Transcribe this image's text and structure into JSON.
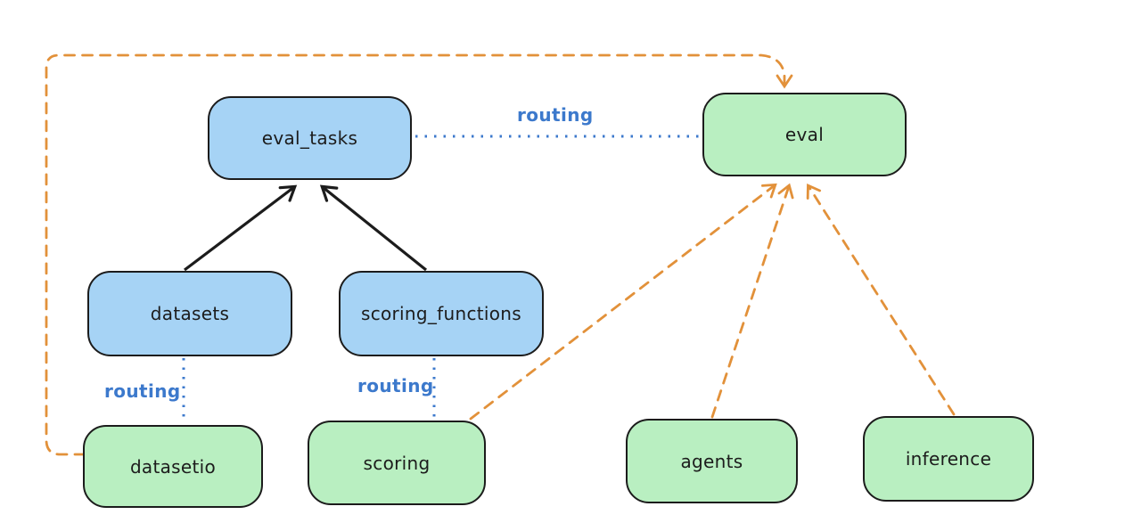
{
  "diagram": {
    "type": "architecture-graph",
    "nodes": {
      "eval_tasks": {
        "label": "eval_tasks",
        "kind": "resource",
        "fill": "#a6d3f5"
      },
      "datasets": {
        "label": "datasets",
        "kind": "resource",
        "fill": "#a6d3f5"
      },
      "scoring_functions": {
        "label": "scoring_functions",
        "kind": "resource",
        "fill": "#a6d3f5"
      },
      "eval": {
        "label": "eval",
        "kind": "api",
        "fill": "#b9efc1"
      },
      "datasetio": {
        "label": "datasetio",
        "kind": "api",
        "fill": "#b9efc1"
      },
      "scoring": {
        "label": "scoring",
        "kind": "api",
        "fill": "#b9efc1"
      },
      "agents": {
        "label": "agents",
        "kind": "api",
        "fill": "#b9efc1"
      },
      "inference": {
        "label": "inference",
        "kind": "api",
        "fill": "#b9efc1"
      }
    },
    "edges": [
      {
        "from": "datasets",
        "to": "eval_tasks",
        "style": "solid",
        "arrow": true,
        "color": "#1c1c1c"
      },
      {
        "from": "scoring_functions",
        "to": "eval_tasks",
        "style": "solid",
        "arrow": true,
        "color": "#1c1c1c"
      },
      {
        "from": "eval_tasks",
        "to": "eval",
        "style": "dotted",
        "arrow": false,
        "color": "#3c79cc",
        "label": "routing"
      },
      {
        "from": "datasets",
        "to": "datasetio",
        "style": "dotted",
        "arrow": false,
        "color": "#3c79cc",
        "label": "routing"
      },
      {
        "from": "scoring_functions",
        "to": "scoring",
        "style": "dotted",
        "arrow": false,
        "color": "#3c79cc",
        "label": "routing"
      },
      {
        "from": "datasetio",
        "to": "eval",
        "style": "dashed",
        "arrow": true,
        "color": "#e2913a"
      },
      {
        "from": "scoring",
        "to": "eval",
        "style": "dashed",
        "arrow": true,
        "color": "#e2913a"
      },
      {
        "from": "agents",
        "to": "eval",
        "style": "dashed",
        "arrow": true,
        "color": "#e2913a"
      },
      {
        "from": "inference",
        "to": "eval",
        "style": "dashed",
        "arrow": true,
        "color": "#e2913a"
      }
    ],
    "edge_labels": {
      "top": "routing",
      "left": "routing",
      "middle": "routing"
    },
    "colors": {
      "background": "#ffffff",
      "node_blue_fill": "#a6d3f5",
      "node_green_fill": "#b9efc1",
      "node_stroke": "#1c1c1c",
      "routing_blue": "#3c79cc",
      "orange": "#e2913a"
    }
  }
}
